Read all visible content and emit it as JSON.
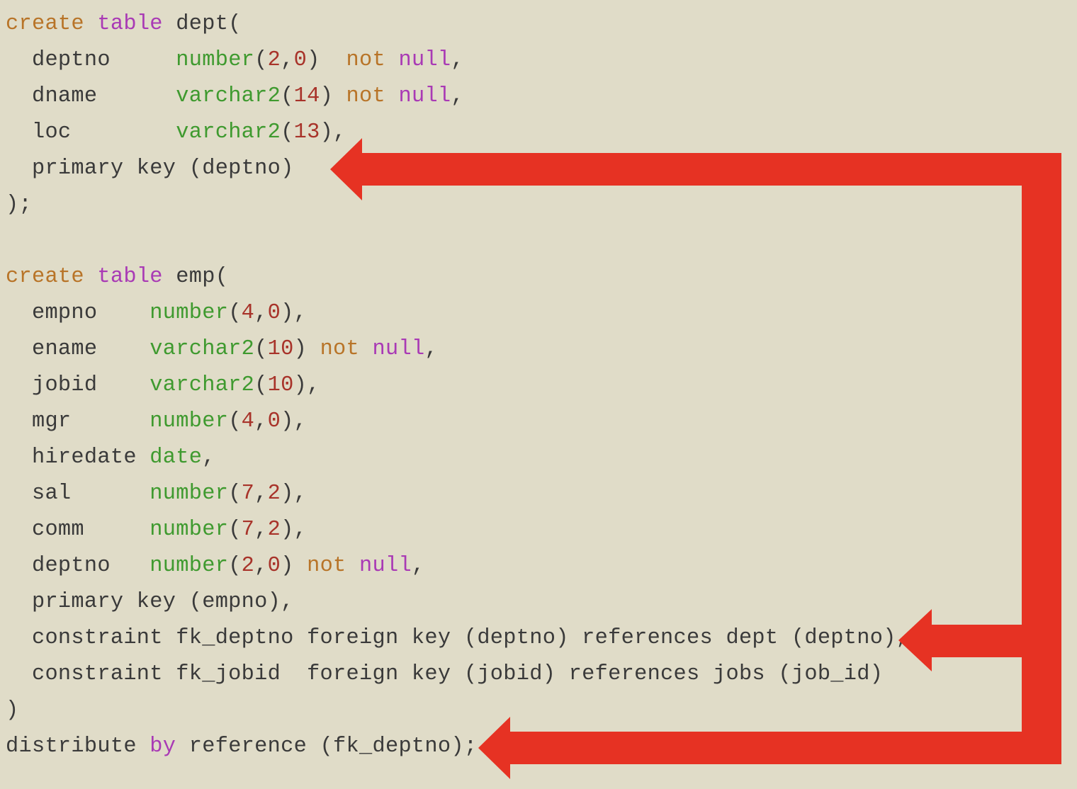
{
  "code_lines": [
    [
      {
        "t": "create",
        "c": "kw"
      },
      {
        "t": " ",
        "c": "pl"
      },
      {
        "t": "table",
        "c": "kp"
      },
      {
        "t": " dept(",
        "c": "pl"
      }
    ],
    [
      {
        "t": "  deptno     ",
        "c": "pl"
      },
      {
        "t": "number",
        "c": "ty"
      },
      {
        "t": "(",
        "c": "pl"
      },
      {
        "t": "2",
        "c": "nm"
      },
      {
        "t": ",",
        "c": "pl"
      },
      {
        "t": "0",
        "c": "nm"
      },
      {
        "t": ")  ",
        "c": "pl"
      },
      {
        "t": "not",
        "c": "kw"
      },
      {
        "t": " ",
        "c": "pl"
      },
      {
        "t": "null",
        "c": "kp"
      },
      {
        "t": ",",
        "c": "pl"
      }
    ],
    [
      {
        "t": "  dname      ",
        "c": "pl"
      },
      {
        "t": "varchar2",
        "c": "ty"
      },
      {
        "t": "(",
        "c": "pl"
      },
      {
        "t": "14",
        "c": "nm"
      },
      {
        "t": ") ",
        "c": "pl"
      },
      {
        "t": "not",
        "c": "kw"
      },
      {
        "t": " ",
        "c": "pl"
      },
      {
        "t": "null",
        "c": "kp"
      },
      {
        "t": ",",
        "c": "pl"
      }
    ],
    [
      {
        "t": "  loc        ",
        "c": "pl"
      },
      {
        "t": "varchar2",
        "c": "ty"
      },
      {
        "t": "(",
        "c": "pl"
      },
      {
        "t": "13",
        "c": "nm"
      },
      {
        "t": "),",
        "c": "pl"
      }
    ],
    [
      {
        "t": "  primary key (deptno)",
        "c": "pl"
      }
    ],
    [
      {
        "t": ");",
        "c": "pl"
      }
    ],
    [
      {
        "t": "",
        "c": "pl"
      }
    ],
    [
      {
        "t": "create",
        "c": "kw"
      },
      {
        "t": " ",
        "c": "pl"
      },
      {
        "t": "table",
        "c": "kp"
      },
      {
        "t": " emp(",
        "c": "pl"
      }
    ],
    [
      {
        "t": "  empno    ",
        "c": "pl"
      },
      {
        "t": "number",
        "c": "ty"
      },
      {
        "t": "(",
        "c": "pl"
      },
      {
        "t": "4",
        "c": "nm"
      },
      {
        "t": ",",
        "c": "pl"
      },
      {
        "t": "0",
        "c": "nm"
      },
      {
        "t": "),",
        "c": "pl"
      }
    ],
    [
      {
        "t": "  ename    ",
        "c": "pl"
      },
      {
        "t": "varchar2",
        "c": "ty"
      },
      {
        "t": "(",
        "c": "pl"
      },
      {
        "t": "10",
        "c": "nm"
      },
      {
        "t": ") ",
        "c": "pl"
      },
      {
        "t": "not",
        "c": "kw"
      },
      {
        "t": " ",
        "c": "pl"
      },
      {
        "t": "null",
        "c": "kp"
      },
      {
        "t": ",",
        "c": "pl"
      }
    ],
    [
      {
        "t": "  jobid    ",
        "c": "pl"
      },
      {
        "t": "varchar2",
        "c": "ty"
      },
      {
        "t": "(",
        "c": "pl"
      },
      {
        "t": "10",
        "c": "nm"
      },
      {
        "t": "),",
        "c": "pl"
      }
    ],
    [
      {
        "t": "  mgr      ",
        "c": "pl"
      },
      {
        "t": "number",
        "c": "ty"
      },
      {
        "t": "(",
        "c": "pl"
      },
      {
        "t": "4",
        "c": "nm"
      },
      {
        "t": ",",
        "c": "pl"
      },
      {
        "t": "0",
        "c": "nm"
      },
      {
        "t": "),",
        "c": "pl"
      }
    ],
    [
      {
        "t": "  hiredate ",
        "c": "pl"
      },
      {
        "t": "date",
        "c": "ty"
      },
      {
        "t": ",",
        "c": "pl"
      }
    ],
    [
      {
        "t": "  sal      ",
        "c": "pl"
      },
      {
        "t": "number",
        "c": "ty"
      },
      {
        "t": "(",
        "c": "pl"
      },
      {
        "t": "7",
        "c": "nm"
      },
      {
        "t": ",",
        "c": "pl"
      },
      {
        "t": "2",
        "c": "nm"
      },
      {
        "t": "),",
        "c": "pl"
      }
    ],
    [
      {
        "t": "  comm     ",
        "c": "pl"
      },
      {
        "t": "number",
        "c": "ty"
      },
      {
        "t": "(",
        "c": "pl"
      },
      {
        "t": "7",
        "c": "nm"
      },
      {
        "t": ",",
        "c": "pl"
      },
      {
        "t": "2",
        "c": "nm"
      },
      {
        "t": "),",
        "c": "pl"
      }
    ],
    [
      {
        "t": "  deptno   ",
        "c": "pl"
      },
      {
        "t": "number",
        "c": "ty"
      },
      {
        "t": "(",
        "c": "pl"
      },
      {
        "t": "2",
        "c": "nm"
      },
      {
        "t": ",",
        "c": "pl"
      },
      {
        "t": "0",
        "c": "nm"
      },
      {
        "t": ") ",
        "c": "pl"
      },
      {
        "t": "not",
        "c": "kw"
      },
      {
        "t": " ",
        "c": "pl"
      },
      {
        "t": "null",
        "c": "kp"
      },
      {
        "t": ",",
        "c": "pl"
      }
    ],
    [
      {
        "t": "  primary key (empno),",
        "c": "pl"
      }
    ],
    [
      {
        "t": "  constraint fk_deptno foreign key (deptno) references dept (deptno),",
        "c": "pl"
      }
    ],
    [
      {
        "t": "  constraint fk_jobid  foreign key (jobid) references jobs (job_id)",
        "c": "pl"
      }
    ],
    [
      {
        "t": ")",
        "c": "pl"
      }
    ],
    [
      {
        "t": "distribute ",
        "c": "pl"
      },
      {
        "t": "by",
        "c": "kp"
      },
      {
        "t": " reference (fk_deptno);",
        "c": "pl"
      }
    ]
  ],
  "colors": {
    "background": "#e0dcc8",
    "arrow": "#e63223",
    "keyword_orange": "#b87428",
    "keyword_purple": "#a93ab5",
    "type_green": "#3f9a2f",
    "number_red": "#a8332a",
    "plain_text": "#3a3a3a"
  },
  "arrows": [
    {
      "name": "arrow-to-dept-primary-key",
      "target": "primary key (deptno)"
    },
    {
      "name": "arrow-to-fk-deptno-constraint",
      "target": "constraint fk_deptno foreign key (deptno) references dept (deptno),"
    },
    {
      "name": "arrow-to-distribute-by-reference",
      "target": "distribute by reference (fk_deptno);"
    }
  ]
}
